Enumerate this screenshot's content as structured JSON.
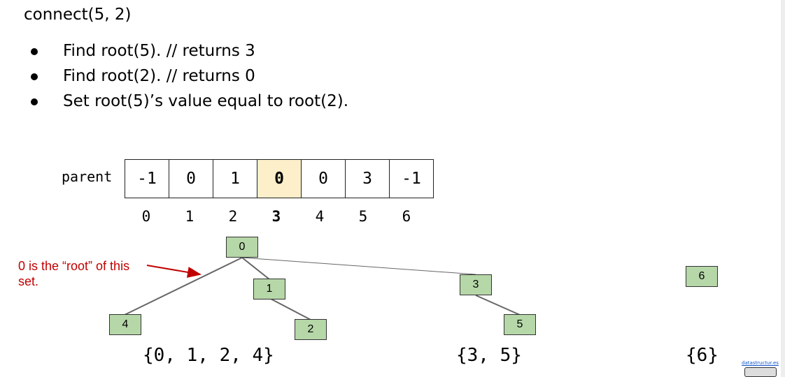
{
  "title": "connect(5, 2)",
  "bullets": [
    "Find root(5). // returns 3",
    "Find root(2). // returns 0",
    "Set root(5)’s value equal to root(2)."
  ],
  "array": {
    "label": "parent",
    "values": [
      "-1",
      "0",
      "1",
      "0",
      "0",
      "3",
      "-1"
    ],
    "indices": [
      "0",
      "1",
      "2",
      "3",
      "4",
      "5",
      "6"
    ],
    "highlight_index": 3,
    "highlight_color": "#fcefc9"
  },
  "tree": {
    "node_color": "#b6d7a8",
    "nodes": {
      "n0": "0",
      "n1": "1",
      "n2": "2",
      "n3": "3",
      "n4": "4",
      "n5": "5",
      "n6": "6"
    }
  },
  "annotation": {
    "text": "0 is the “root” of this set.",
    "color": "#c00000"
  },
  "sets": [
    "{0, 1, 2, 4}",
    "{3, 5}",
    "{6}"
  ],
  "credit": "datastructur.es"
}
